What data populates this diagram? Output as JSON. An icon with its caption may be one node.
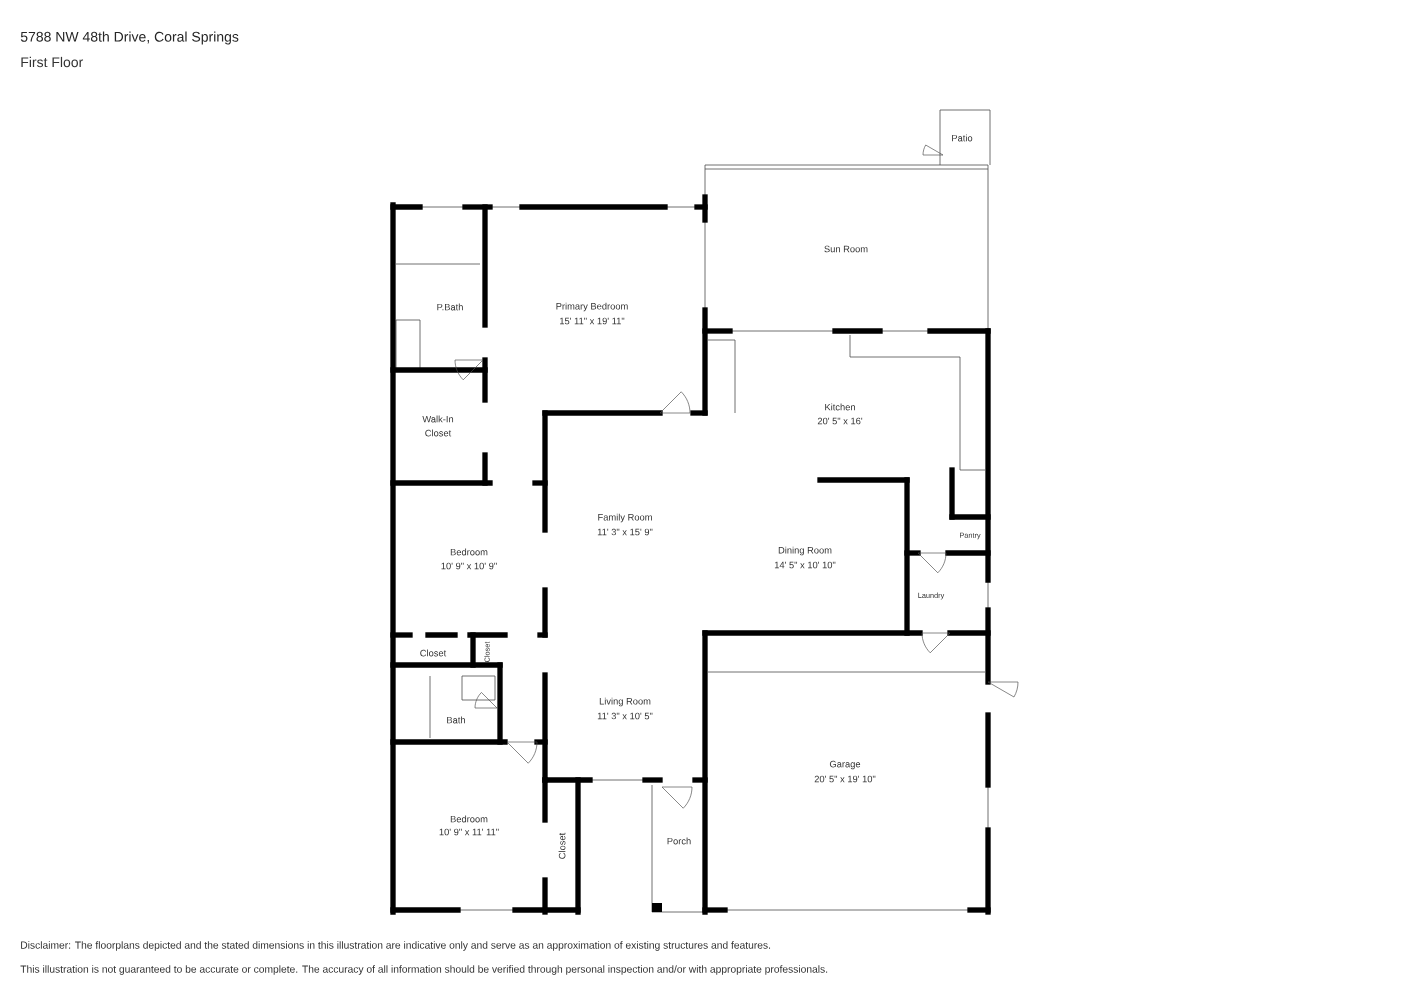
{
  "diagram": {
    "title": "5788 NW 48th Drive, Coral Springs",
    "labels": [
      "First Floor",
      "Patio",
      "Sun Room",
      "P.Bath",
      "Primary Bedroom",
      "15' 11\" x 19' 11\"",
      "Kitchen",
      "20' 5\" x 16'",
      "Walk-In Closet",
      "Family Room",
      "11' 3\" x 15' 9\"",
      "Pantry",
      "Bedroom",
      "10' 9\" x 10' 9\"",
      "Dining Room",
      "14' 5\" x 10' 10\"",
      "Laundry",
      "Closet",
      "Closet",
      "Living Room",
      "11' 3\" x 10' 5\"",
      "Bath",
      "Garage",
      "20' 5\" x 19' 10\"",
      "Bedroom",
      "10' 9\" x 11' 11\"",
      "Porch",
      "Closet",
      "Disclaimer: The floorplans depicted and the stated dimensions in this illustration are indicative only and serve as an approximation of existing structures and features.",
      "This illustration is not guaranteed to be accurate or complete. The accuracy of all information should be verified through personal inspection and/or with appropriate professionals."
    ]
  }
}
